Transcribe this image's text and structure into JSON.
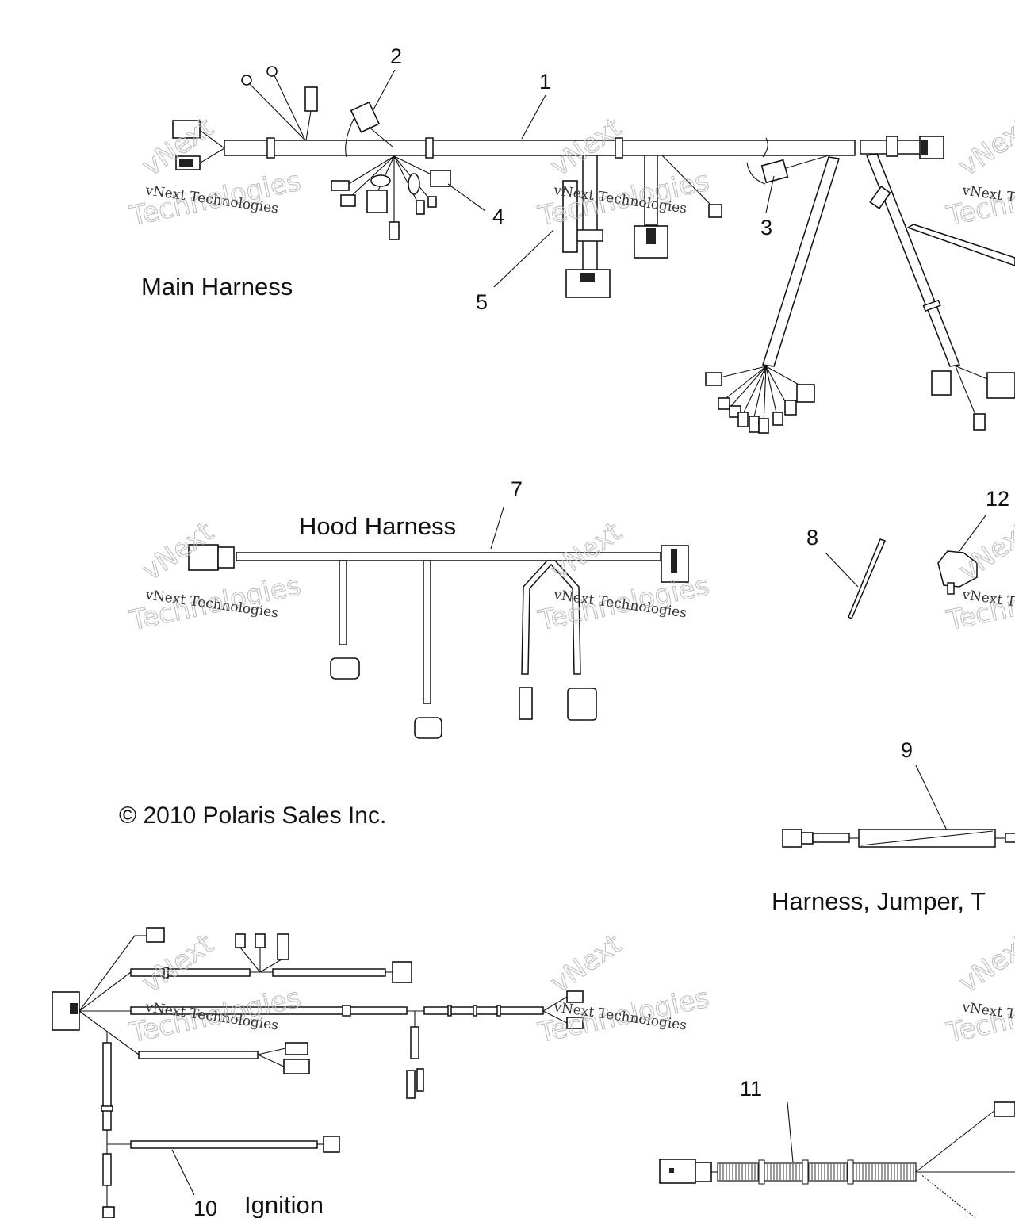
{
  "diagram": {
    "title": "Wire Harness Parts Diagram",
    "sections": {
      "main_harness": "Main Harness",
      "hood_harness": "Hood Harness",
      "jumper_harness": "Harness, Jumper, T",
      "ignition": "Ignition"
    },
    "callouts": [
      "1",
      "2",
      "3",
      "4",
      "5",
      "7",
      "8",
      "9",
      "10",
      "11",
      "12"
    ],
    "copyright": "© 2010 Polaris Sales Inc.",
    "watermark": {
      "line1": "vNext Technologies",
      "line2": "Technologies",
      "line3": "vNext"
    }
  }
}
